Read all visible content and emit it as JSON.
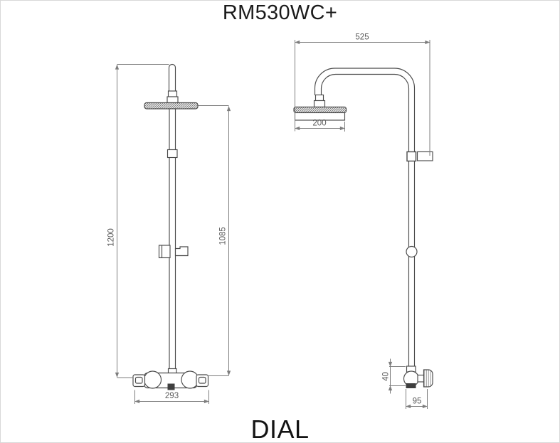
{
  "title": "RM530WC+",
  "caption": "DIAL",
  "colors": {
    "background": "#ffffff",
    "part_line": "#4a4a4a",
    "dimension_line": "#7d7d7d",
    "title_text": "#1b1b1b"
  },
  "front_view": {
    "dims": {
      "overall_height": "1200",
      "head_height": "1085",
      "valve_width": "293"
    }
  },
  "side_view": {
    "dims": {
      "reach": "525",
      "head_diameter": "200",
      "valve_body_height": "40",
      "valve_depth": "95"
    }
  }
}
